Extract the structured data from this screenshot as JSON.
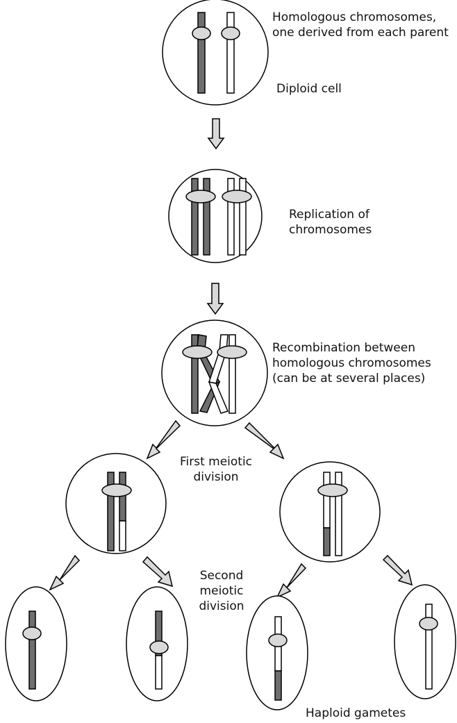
{
  "labels": {
    "homologous": [
      "Homologous chromosomes,",
      "one derived from each parent"
    ],
    "diploid": "Diploid cell",
    "replication": [
      "Replication of",
      "chromosomes"
    ],
    "recombination": [
      "Recombination between",
      "homologous chromosomes",
      "(can be at several places)"
    ],
    "first_division": [
      "First meiotic",
      "division"
    ],
    "second_division": [
      "Second",
      "meiotic",
      "division"
    ],
    "haploid": "Haploid gametes"
  },
  "colors": {
    "parent_a": "#6e6e6e",
    "parent_b": "#ffffff",
    "centromere": "#d9d9d9",
    "arrow": "#d9d9d9",
    "outline": "#000000"
  }
}
